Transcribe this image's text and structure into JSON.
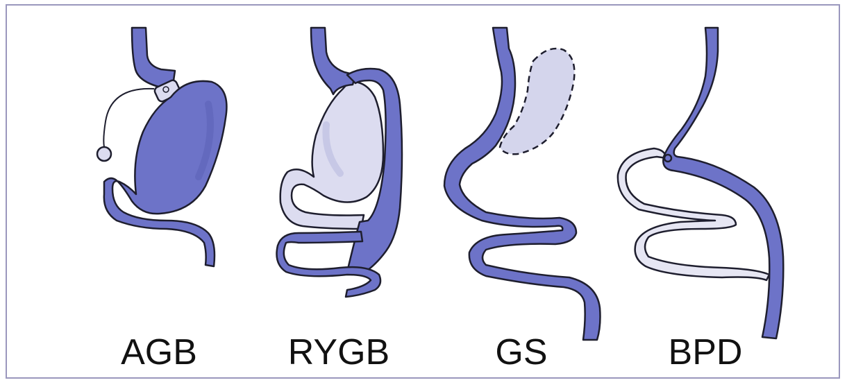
{
  "procedures": [
    {
      "label": "AGB"
    },
    {
      "label": "RYGB"
    },
    {
      "label": "GS"
    },
    {
      "label": "BPD"
    }
  ],
  "colors": {
    "active_tract": "#6d73c8",
    "active_tract_dark": "#5e63b8",
    "bypassed_tract": "#dcdcf0",
    "removed_stomach": "#d4d5ec",
    "outline": "#1e1e2e",
    "frame": "#9a97bd"
  }
}
